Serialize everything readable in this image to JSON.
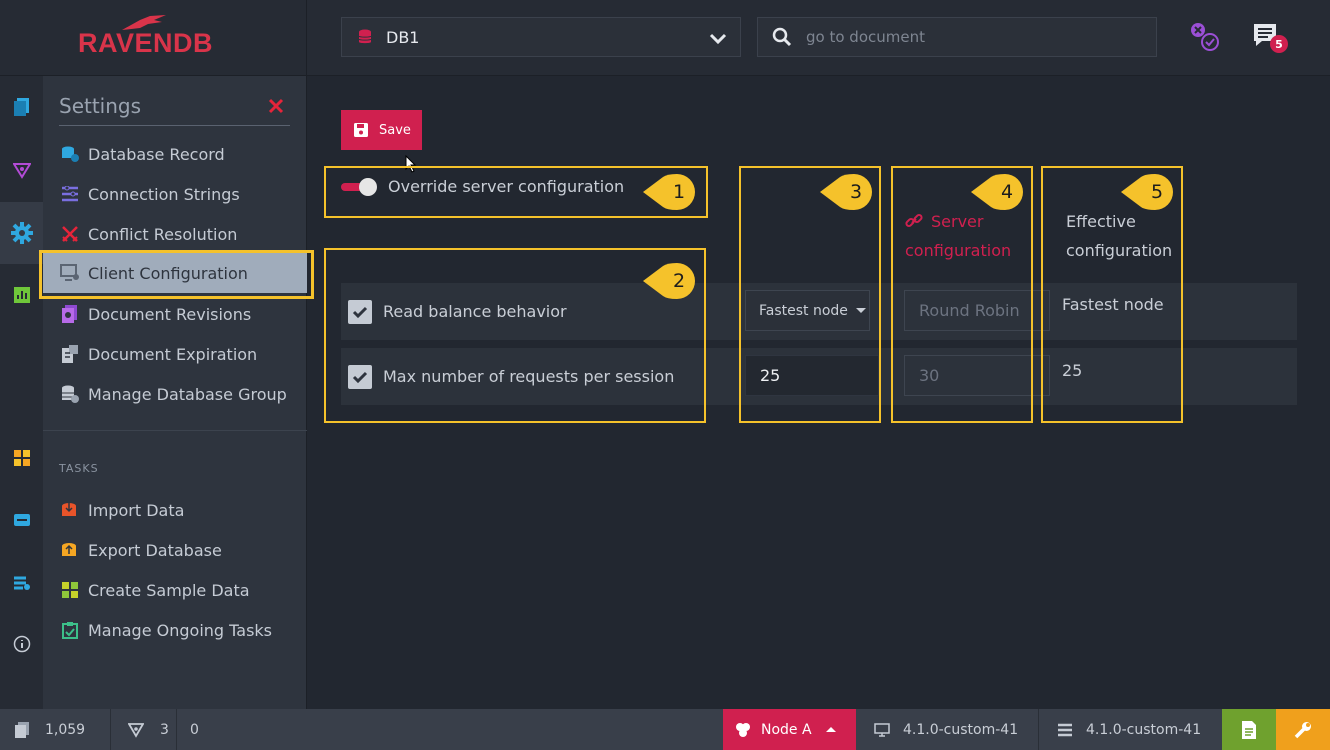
{
  "app": {
    "logo": "RAVENDB",
    "database": "DB1",
    "search_placeholder": "go to document",
    "notifications_count": "5"
  },
  "menu": {
    "title": "Settings",
    "items": [
      {
        "label": "Database Record",
        "icon": "database-record-icon"
      },
      {
        "label": "Connection Strings",
        "icon": "connection-strings-icon"
      },
      {
        "label": "Conflict Resolution",
        "icon": "conflict-icon"
      },
      {
        "label": "Client Configuration",
        "icon": "client-config-icon",
        "active": true
      },
      {
        "label": "Document Revisions",
        "icon": "revisions-icon"
      },
      {
        "label": "Document Expiration",
        "icon": "expiration-icon"
      },
      {
        "label": "Manage Database Group",
        "icon": "database-group-icon"
      }
    ],
    "tasks_heading": "TASKS",
    "tasks": [
      {
        "label": "Import Data",
        "icon": "import-icon"
      },
      {
        "label": "Export Database",
        "icon": "export-icon"
      },
      {
        "label": "Create Sample Data",
        "icon": "sample-data-icon"
      },
      {
        "label": "Manage Ongoing Tasks",
        "icon": "ongoing-tasks-icon"
      }
    ]
  },
  "main": {
    "save_label": "Save",
    "override_label": "Override server configuration",
    "override_enabled": true,
    "server_config_header": {
      "line1": "Server",
      "line2": "configuration"
    },
    "effective_config_header": {
      "line1": "Effective",
      "line2": "configuration"
    },
    "rows": [
      {
        "label": "Read balance behavior",
        "checked": true,
        "value": "Fastest node",
        "server": "Round Robin",
        "effective": "Fastest node"
      },
      {
        "label": "Max number of requests per session",
        "checked": true,
        "value": "25",
        "server": "30",
        "effective": "25"
      }
    ],
    "callouts": [
      "1",
      "2",
      "3",
      "4",
      "5"
    ]
  },
  "statusbar": {
    "documents": "1,059",
    "indexes": "3",
    "index_errors": "0",
    "node": "Node A",
    "client_version": "4.1.0-custom-41",
    "server_version": "4.1.0-custom-41"
  },
  "colors": {
    "accent": "#d0204f",
    "highlight": "#f5c22b",
    "background": "#222730"
  }
}
